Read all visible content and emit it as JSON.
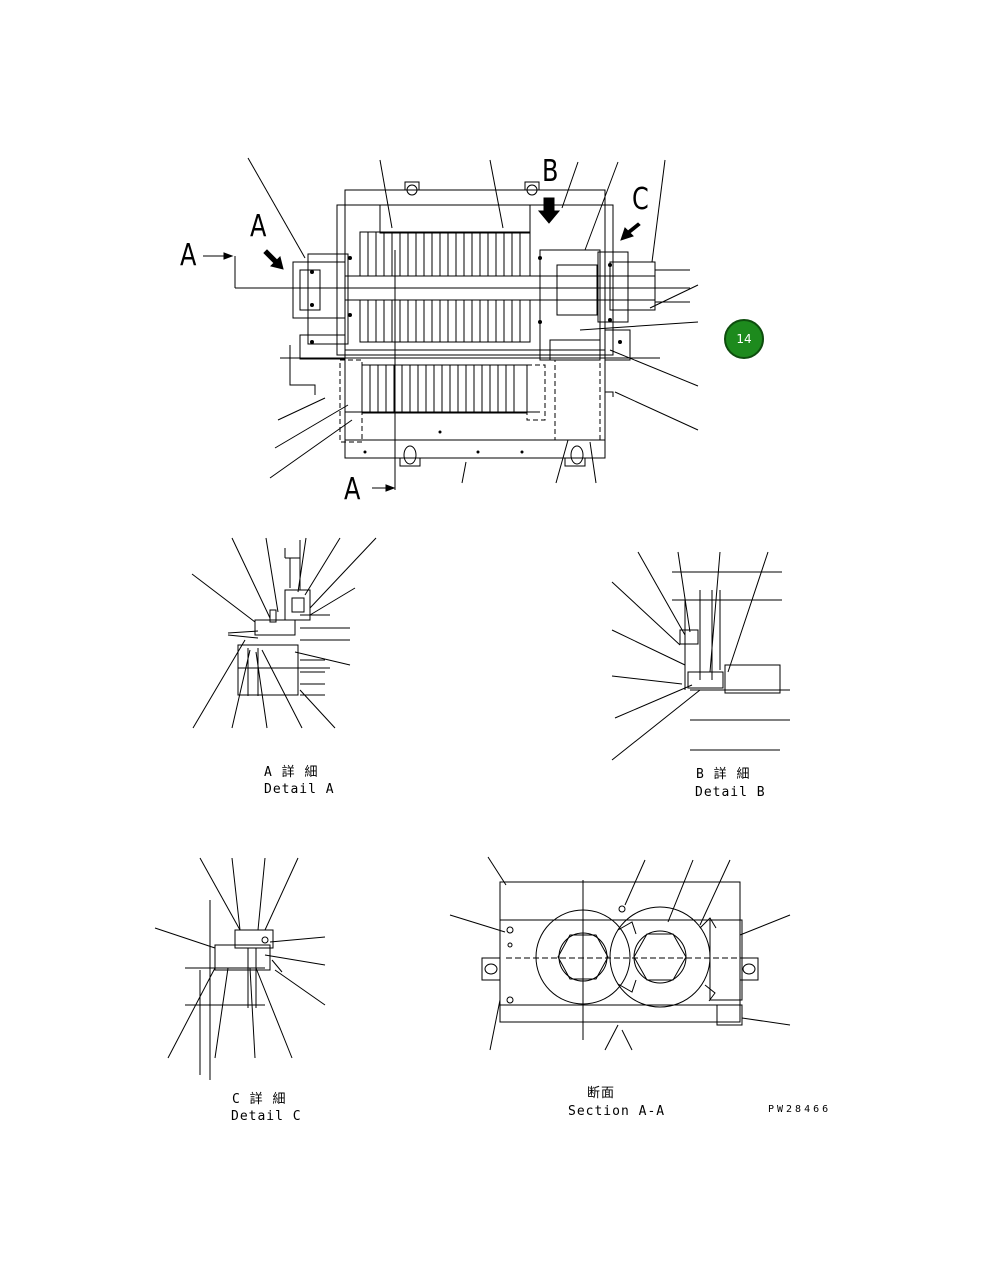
{
  "drawing": {
    "main_view": {
      "view_label_a_left": "A",
      "view_label_a_bottom": "A",
      "detail_marker_a": "A",
      "detail_marker_b": "B",
      "detail_marker_c": "C"
    },
    "detail_a": {
      "title_jp": "A 詳 細",
      "title_en": "Detail A"
    },
    "detail_b": {
      "title_jp": "B 詳 細",
      "title_en": "Detail B"
    },
    "detail_c": {
      "title_jp": "C 詳 細",
      "title_en": "Detail C"
    },
    "section_aa": {
      "title_jp": "断面",
      "title_en": "Section A-A"
    },
    "drawing_code": "PW28466",
    "page_badge": "14",
    "colors": {
      "line": "#000000",
      "badge_fill": "#1d8a1d",
      "arrow_fill": "#000000"
    }
  }
}
